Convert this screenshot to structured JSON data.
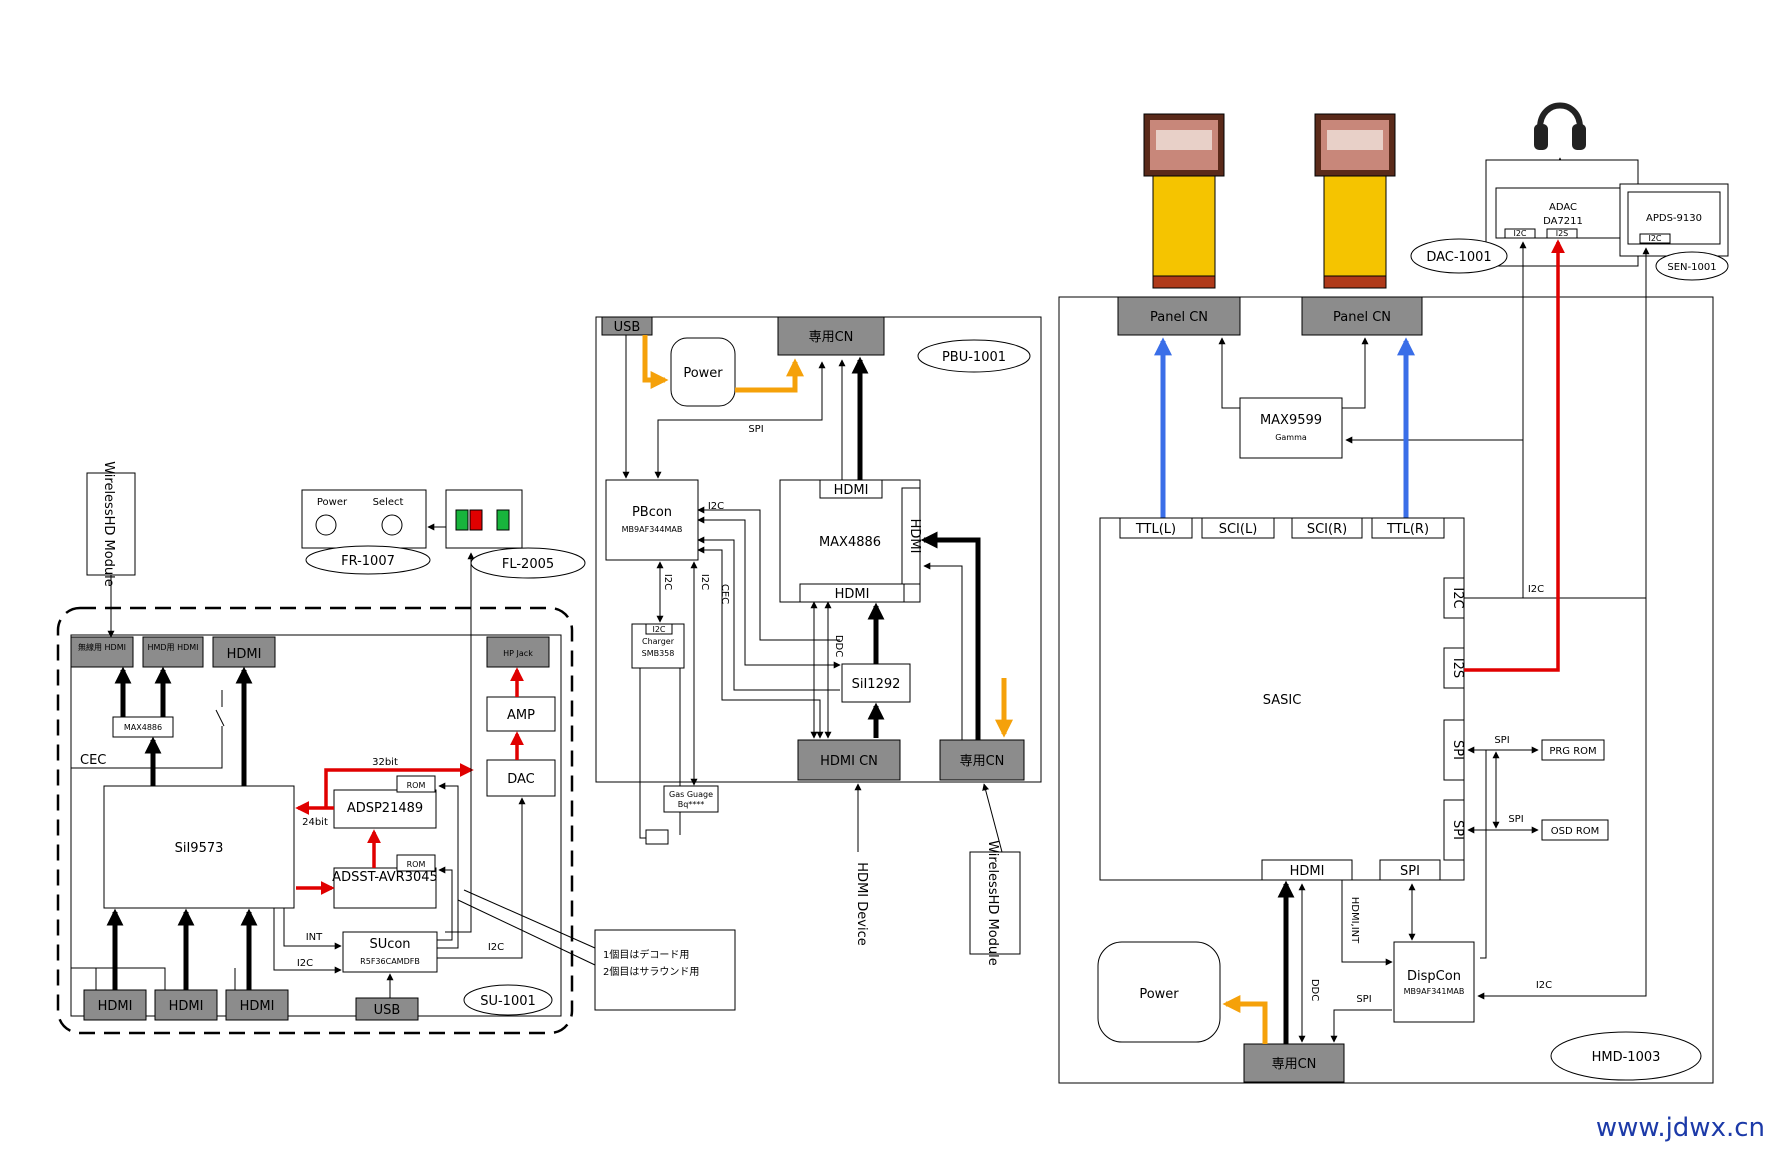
{
  "colors": {
    "gray_block": "#8c8c8c",
    "signal_red": "#e00000",
    "signal_blue": "#3a6ee8",
    "power_orange": "#f5a10a",
    "flex_yellow": "#f5c400",
    "watermark": "#1c3aa8"
  },
  "su_board": {
    "name": "SU-1001",
    "wireless_module": "WirelessHD Module",
    "wireless_hdmi_port": "無線用 HDMI",
    "hmd_hdmi_port": "HMD用 HDMI",
    "hdmi_out": "HDMI",
    "hp_jack": "HP Jack",
    "mux": "MAX4886",
    "cec": "CEC",
    "main_chip": "SiI9573",
    "bus_32bit": "32bit",
    "bus_24bit": "24bit",
    "dsp1": "ADSP21489",
    "dsp2": "ADSST-AVR3045",
    "rom": "ROM",
    "amp": "AMP",
    "dac": "DAC",
    "mcu": "SUcon",
    "mcu_part": "R5F36CAMDFB",
    "int": "INT",
    "i2c": "I2C",
    "hdmi_in": [
      "HDMI",
      "HDMI",
      "HDMI"
    ],
    "usb": "USB",
    "note_lines": [
      "1個目はデコード用",
      "2個目はサラウンド用"
    ]
  },
  "fr_board": {
    "name": "FR-1007",
    "power": "Power",
    "select": "Select"
  },
  "fl_board": {
    "name": "FL-2005"
  },
  "pbu_board": {
    "name": "PBU-1001",
    "usb": "USB",
    "power": "Power",
    "connector": "専用CN",
    "spi": "SPI",
    "mcu": "PBcon",
    "mcu_part": "MB9AF344MAB",
    "i2c": "I2C",
    "cec": "CEC",
    "charger_i2c": "I2C",
    "charger": "Charger",
    "charger_part": "SMB358",
    "gauge": "Gas Guage",
    "gauge_part": "Bq****",
    "switch_chip": "MAX4886",
    "hdmi": "HDMI",
    "ddc": "DDC",
    "receiver": "SiI1292",
    "hdmi_cn": "HDMI CN",
    "hdmi_device": "HDMI Device",
    "wireless_module": "WirelessHD Module"
  },
  "hmd_board": {
    "name": "HMD-1003",
    "panel_cn": "Panel CN",
    "gamma_chip": "MAX9599",
    "gamma": "Gamma",
    "ports_top": [
      "TTL(L)",
      "SCI(L)",
      "SCI(R)",
      "TTL(R)"
    ],
    "i2c": "I2C",
    "i2s": "I2S",
    "spi": "SPI",
    "main_chip": "SASIC",
    "prg_rom": "PRG ROM",
    "osd_rom": "OSD ROM",
    "hdmi": "HDMI",
    "hdmi_int": "HDMI,INT",
    "ddc": "DDC",
    "disp_mcu": "DispCon",
    "disp_mcu_part": "MB9AF341MAB",
    "power": "Power",
    "connector": "専用CN",
    "dac_board": "DAC-1001",
    "adac": "ADAC",
    "adac_part": "DA7211",
    "adac_i2c": "I2C",
    "adac_i2s": "I2S",
    "sensor": "APDS-9130",
    "sensor_i2c": "I2C",
    "sensor_board": "SEN-1001"
  },
  "watermark": "www.jdwx.cn"
}
